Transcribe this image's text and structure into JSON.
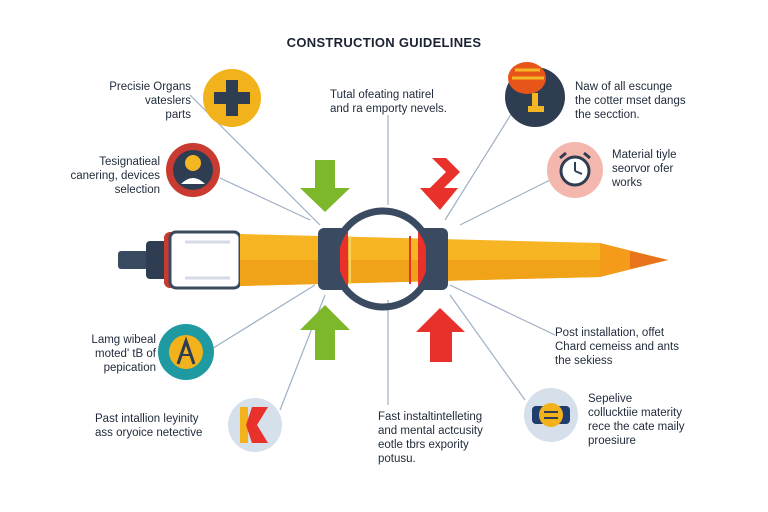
{
  "title": "CONSTRUCTION GUIDELINES",
  "labels": {
    "top_left": [
      "Precisie Organs",
      "vateslers",
      "parts"
    ],
    "mid_left": [
      "Tesignatieal",
      "canering, devices",
      "selection"
    ],
    "top_center": [
      "Tutal ofeating natirel",
      "and ra emporty nevels."
    ],
    "top_right": [
      "Naw of all escunge",
      "the cotter mset dangs",
      "the secction."
    ],
    "mid_right": [
      "Material tiyle",
      "seorvor ofer",
      "works"
    ],
    "low_left": [
      "Lamg wibeal",
      "moted' tB of",
      "pepication"
    ],
    "low_right": [
      "Post installation, offet",
      "Chard cemeiss and ants",
      "the sekiess"
    ],
    "bottom_left": [
      "Past intallion leyinity",
      "ass oryoice netective"
    ],
    "bottom_center": [
      "Fast instaltintelleting",
      "and mental actcusity",
      "eotle tbrs expority",
      "potusu."
    ],
    "bottom_right": [
      "Sepelive",
      "collucktiie materity",
      "rece the cate maily",
      "proesiure"
    ]
  },
  "icons": {
    "top_left": "plus-icon",
    "mid_left": "lightbulb-person-icon",
    "top_right": "hot-air-balloon-icon",
    "mid_right": "alarm-clock-icon",
    "low_left": "compass-icon",
    "bottom_left": "k-letter-icon",
    "bottom_right": "gear-tool-icon"
  },
  "colors": {
    "pencil_body": "#f7b523",
    "pencil_ring": "#3a4a60",
    "arrow_green": "#7cb829",
    "arrow_red": "#e8312a",
    "connector": "#9fb0c4"
  }
}
